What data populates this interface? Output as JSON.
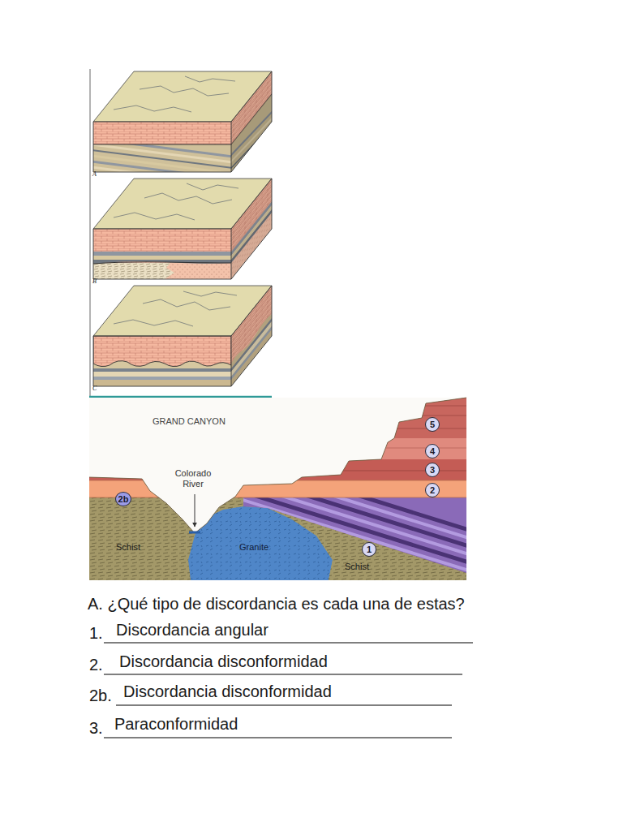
{
  "diagram": {
    "nodes": [
      {
        "text": [
          "5"
        ]
      },
      {
        "text": [
          "4"
        ]
      },
      {
        "text": [
          "3"
        ]
      },
      {
        "text": [
          "2"
        ]
      },
      {
        "text": [
          "2b"
        ]
      },
      {
        "text": [
          "1"
        ]
      }
    ],
    "labels": [
      "A",
      "B",
      "C",
      "GRAND CANYON",
      "Colorado River",
      "Schist",
      "Granite",
      "Schist",
      "A. ¿Qué tipo de discordancia es cada una de estas?",
      "1.",
      "Discordancia angular",
      "2.",
      "Discordancia disconformidad",
      "2b.",
      "Discordancia disconformidad",
      "3.",
      "Paraconformidad"
    ]
  }
}
